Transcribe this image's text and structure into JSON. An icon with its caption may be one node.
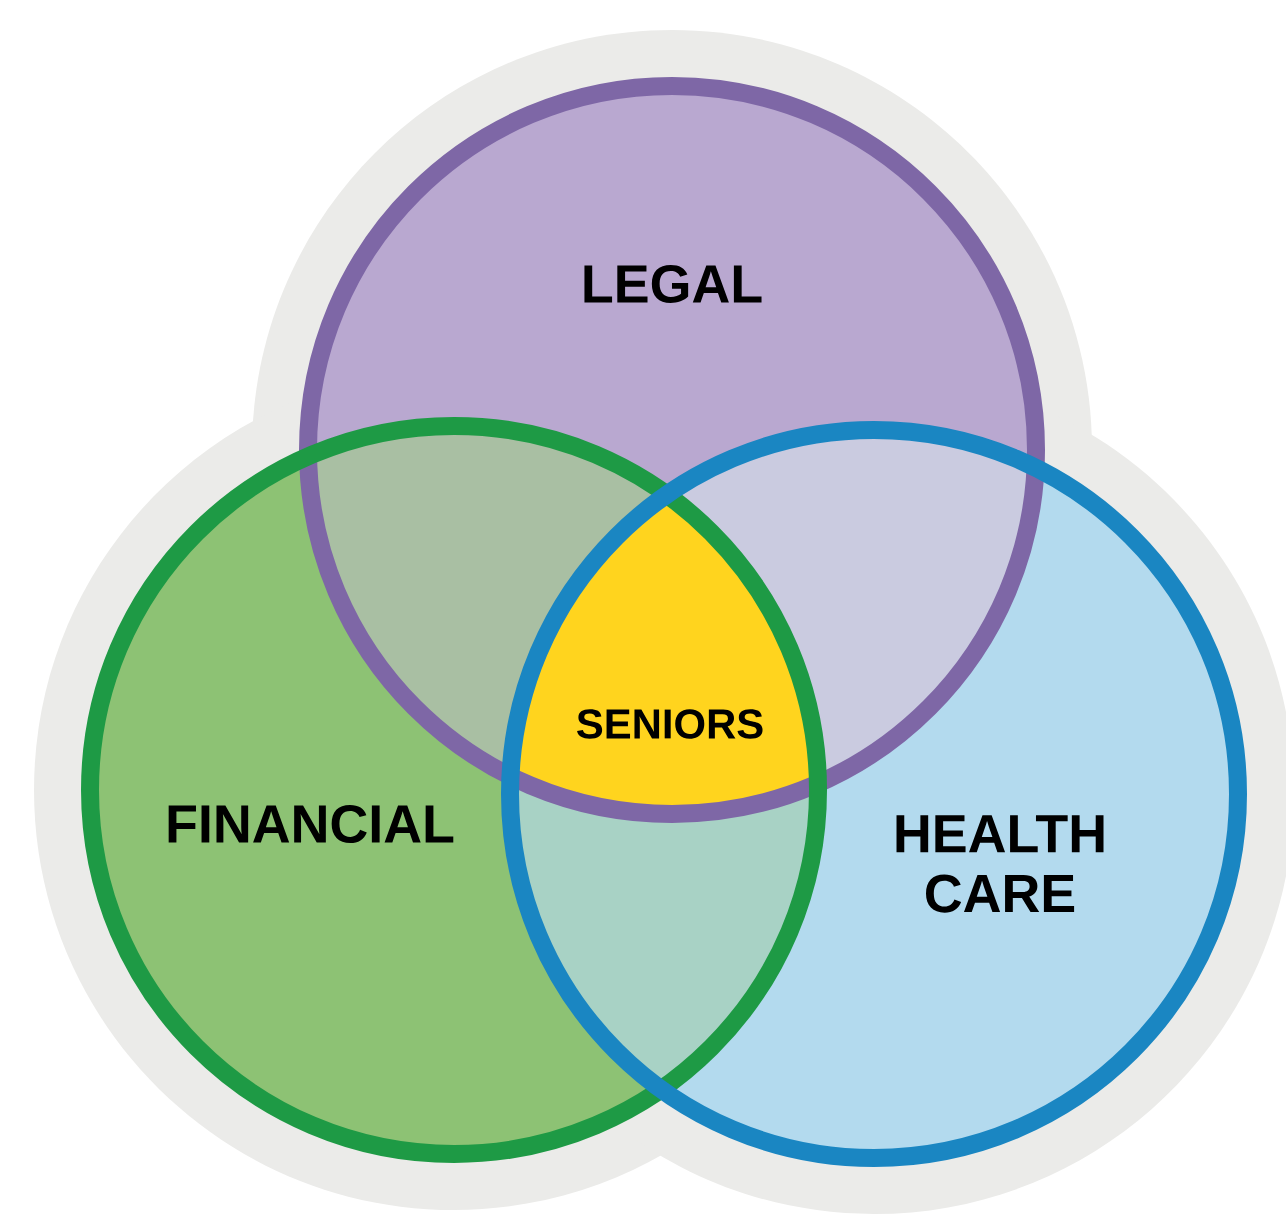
{
  "diagram": {
    "nodes": [
      {
        "text": [
          "LEGAL"
        ]
      },
      {
        "text": [
          "FINANCIAL"
        ]
      },
      {
        "text": [
          "HEALTH CARE"
        ]
      },
      {
        "text": [
          "SENIORS"
        ]
      }
    ]
  }
}
